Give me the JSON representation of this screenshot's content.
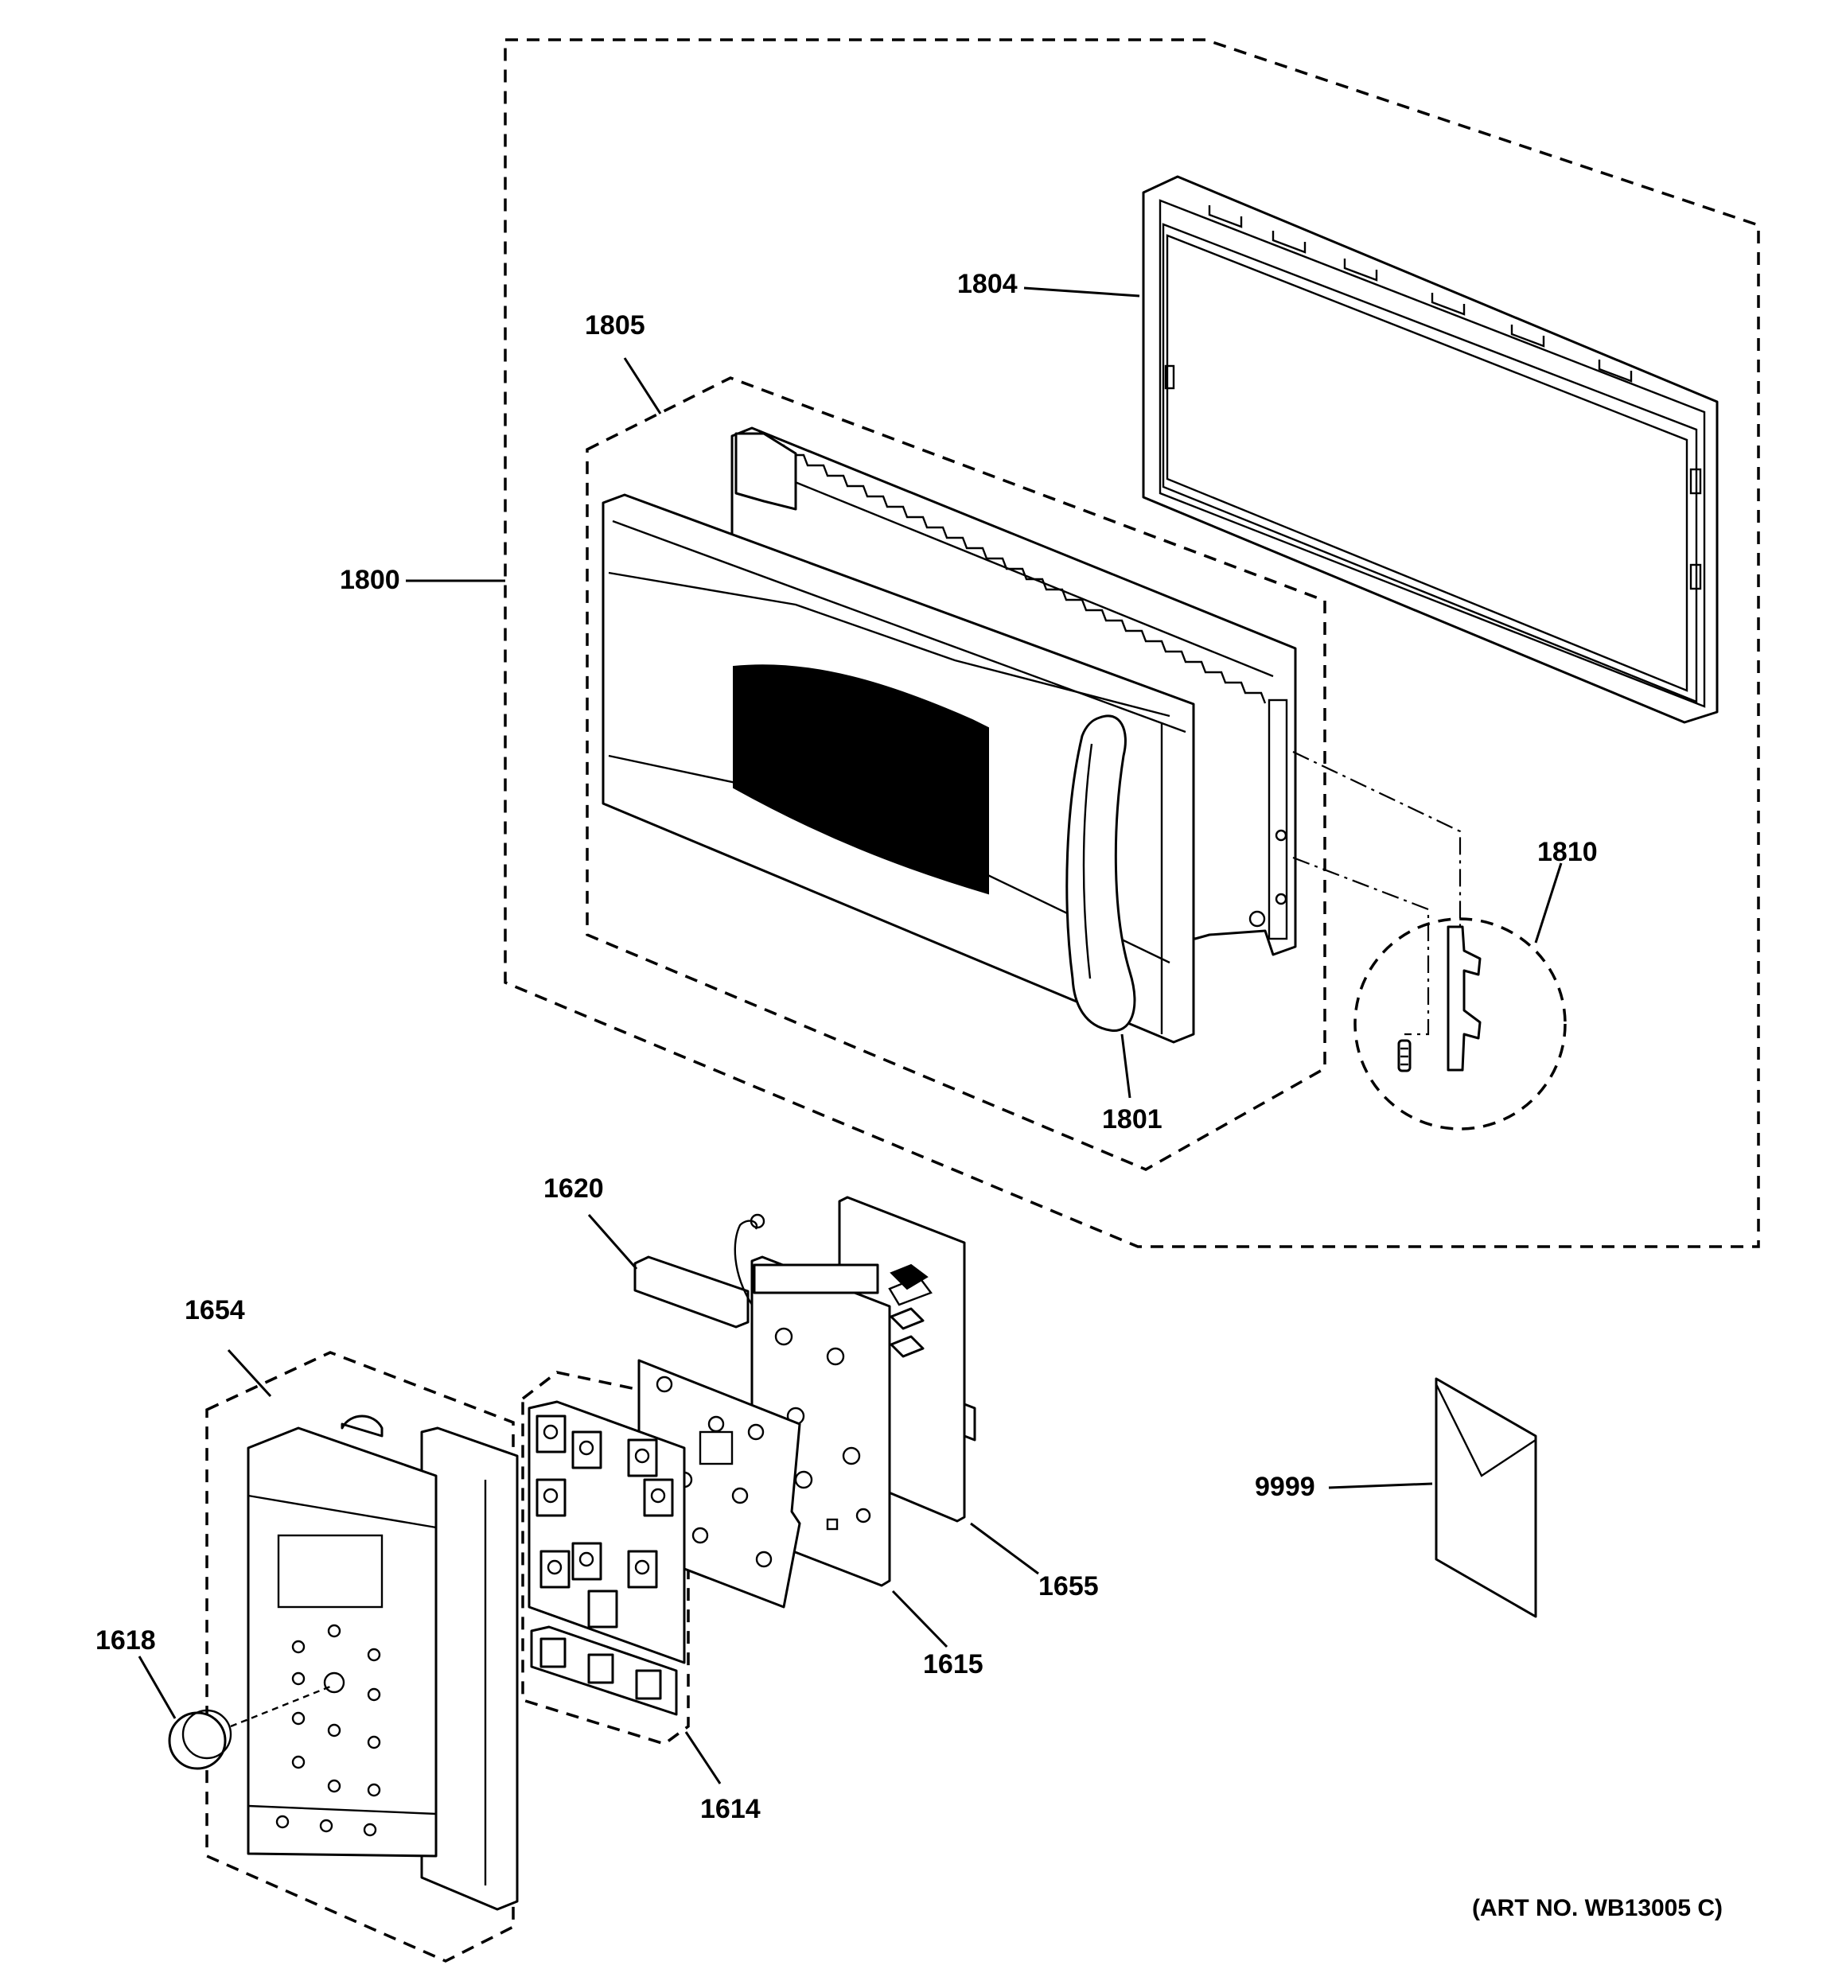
{
  "labels": {
    "p1800": "1800",
    "p1804": "1804",
    "p1805": "1805",
    "p1801": "1801",
    "p1810": "1810",
    "p1620": "1620",
    "p1654": "1654",
    "p1655": "1655",
    "p1615": "1615",
    "p1614": "1614",
    "p1618": "1618",
    "p9999": "9999"
  },
  "art_number": "(ART NO. WB13005 C)",
  "colors": {
    "ink": "#000000",
    "paper": "#ffffff"
  }
}
